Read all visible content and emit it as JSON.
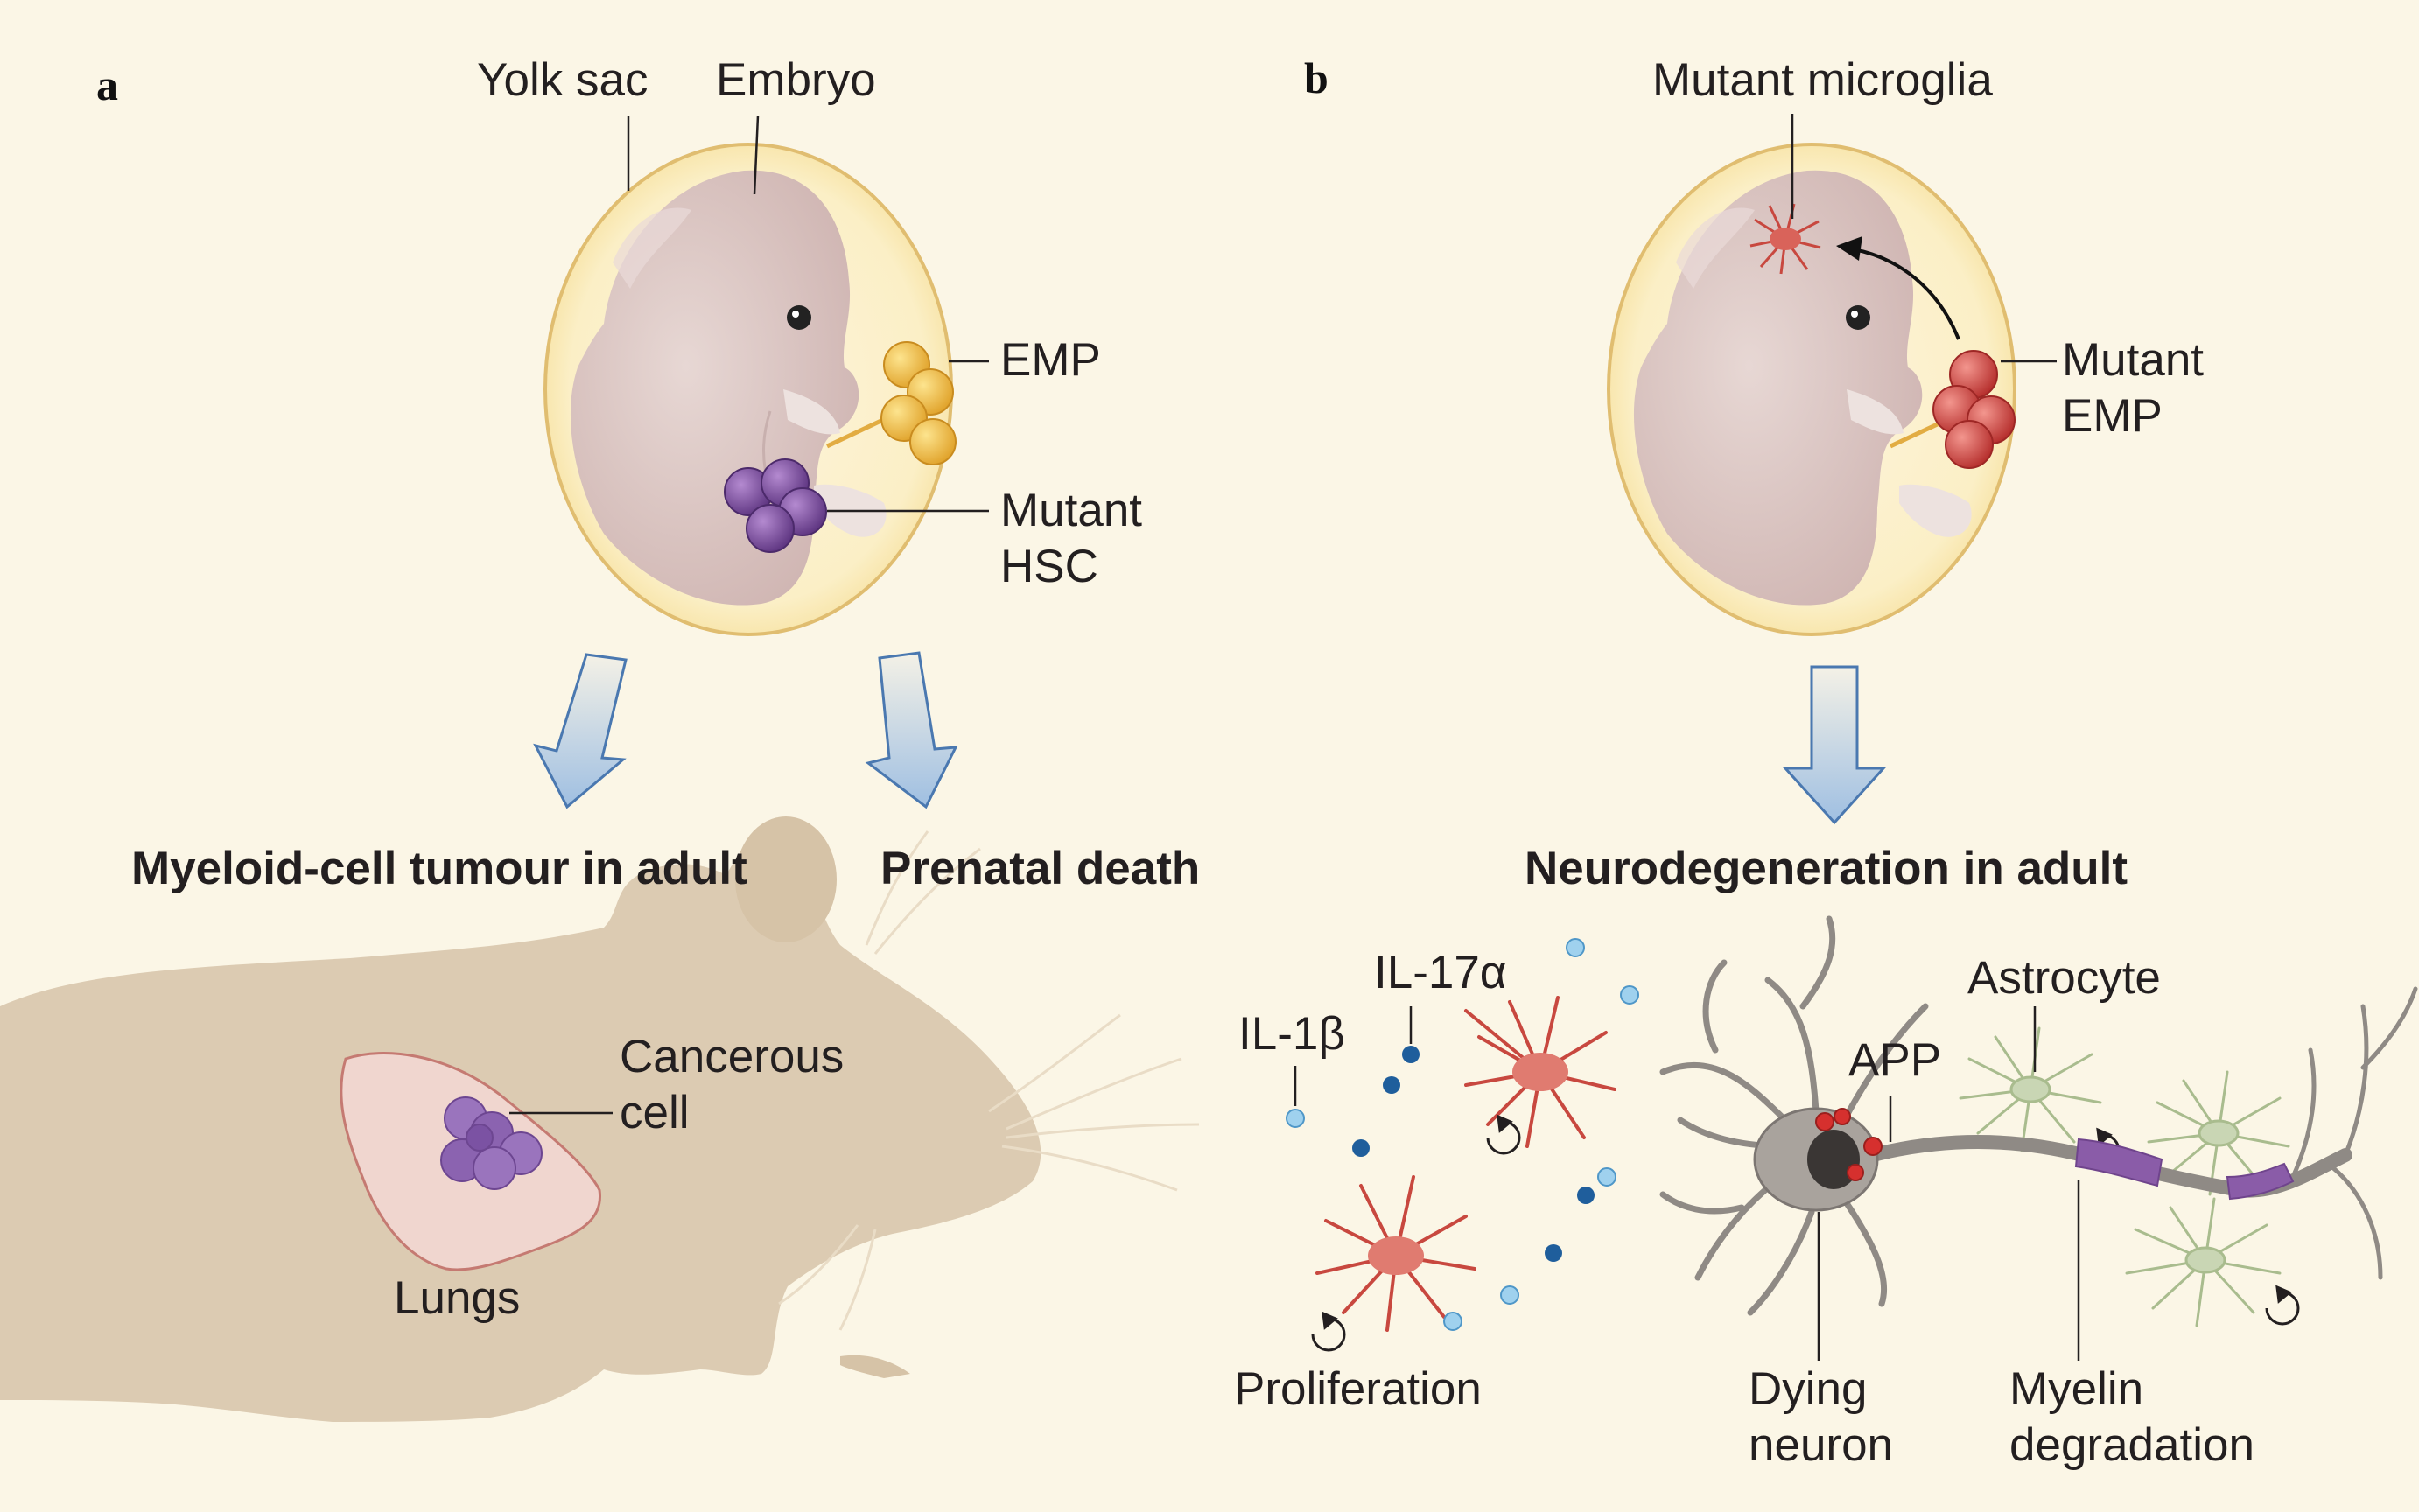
{
  "panels": {
    "a": "a",
    "b": "b"
  },
  "headings": {
    "tumour": "Myeloid-cell tumour in adult",
    "prenatal": "Prenatal death",
    "neuro": "Neurodegeneration in adult"
  },
  "labels": {
    "yolk_sac": "Yolk sac",
    "embryo": "Embryo",
    "emp": "EMP",
    "mutant_hsc_1": "Mutant",
    "mutant_hsc_2": "HSC",
    "cancerous_1": "Cancerous",
    "cancerous_2": "cell",
    "lungs": "Lungs",
    "mutant_microglia": "Mutant microglia",
    "mutant_emp_1": "Mutant",
    "mutant_emp_2": "EMP",
    "il1b": "IL-1β",
    "il17a": "IL-17α",
    "proliferation": "Proliferation",
    "astrocyte": "Astrocyte",
    "app": "APP",
    "dying_1": "Dying",
    "dying_2": "neuron",
    "myelin_1": "Myelin",
    "myelin_2": "degradation"
  },
  "colors": {
    "background": "#fbf6e6",
    "yolk_sac_fill": "#fbeec1",
    "yolk_sac_stroke": "#e3c06f",
    "embryo": "#d9c3c2",
    "emp_yellow": "#f0b83a",
    "hsc_purple": "#7d4c9e",
    "mutant_emp_red": "#d2443f",
    "mouse_silhouette": "#dcccb4",
    "lung_fill": "#f0d6cf",
    "microglia_red": "#d9635a",
    "astrocyte_green": "#a9bc8e",
    "neuron_gray": "#8f8a85",
    "myelin_purple": "#8a5ca8",
    "cytokine_blue": "#2f7fb8",
    "arrow_blue": "#a9c6e4"
  }
}
